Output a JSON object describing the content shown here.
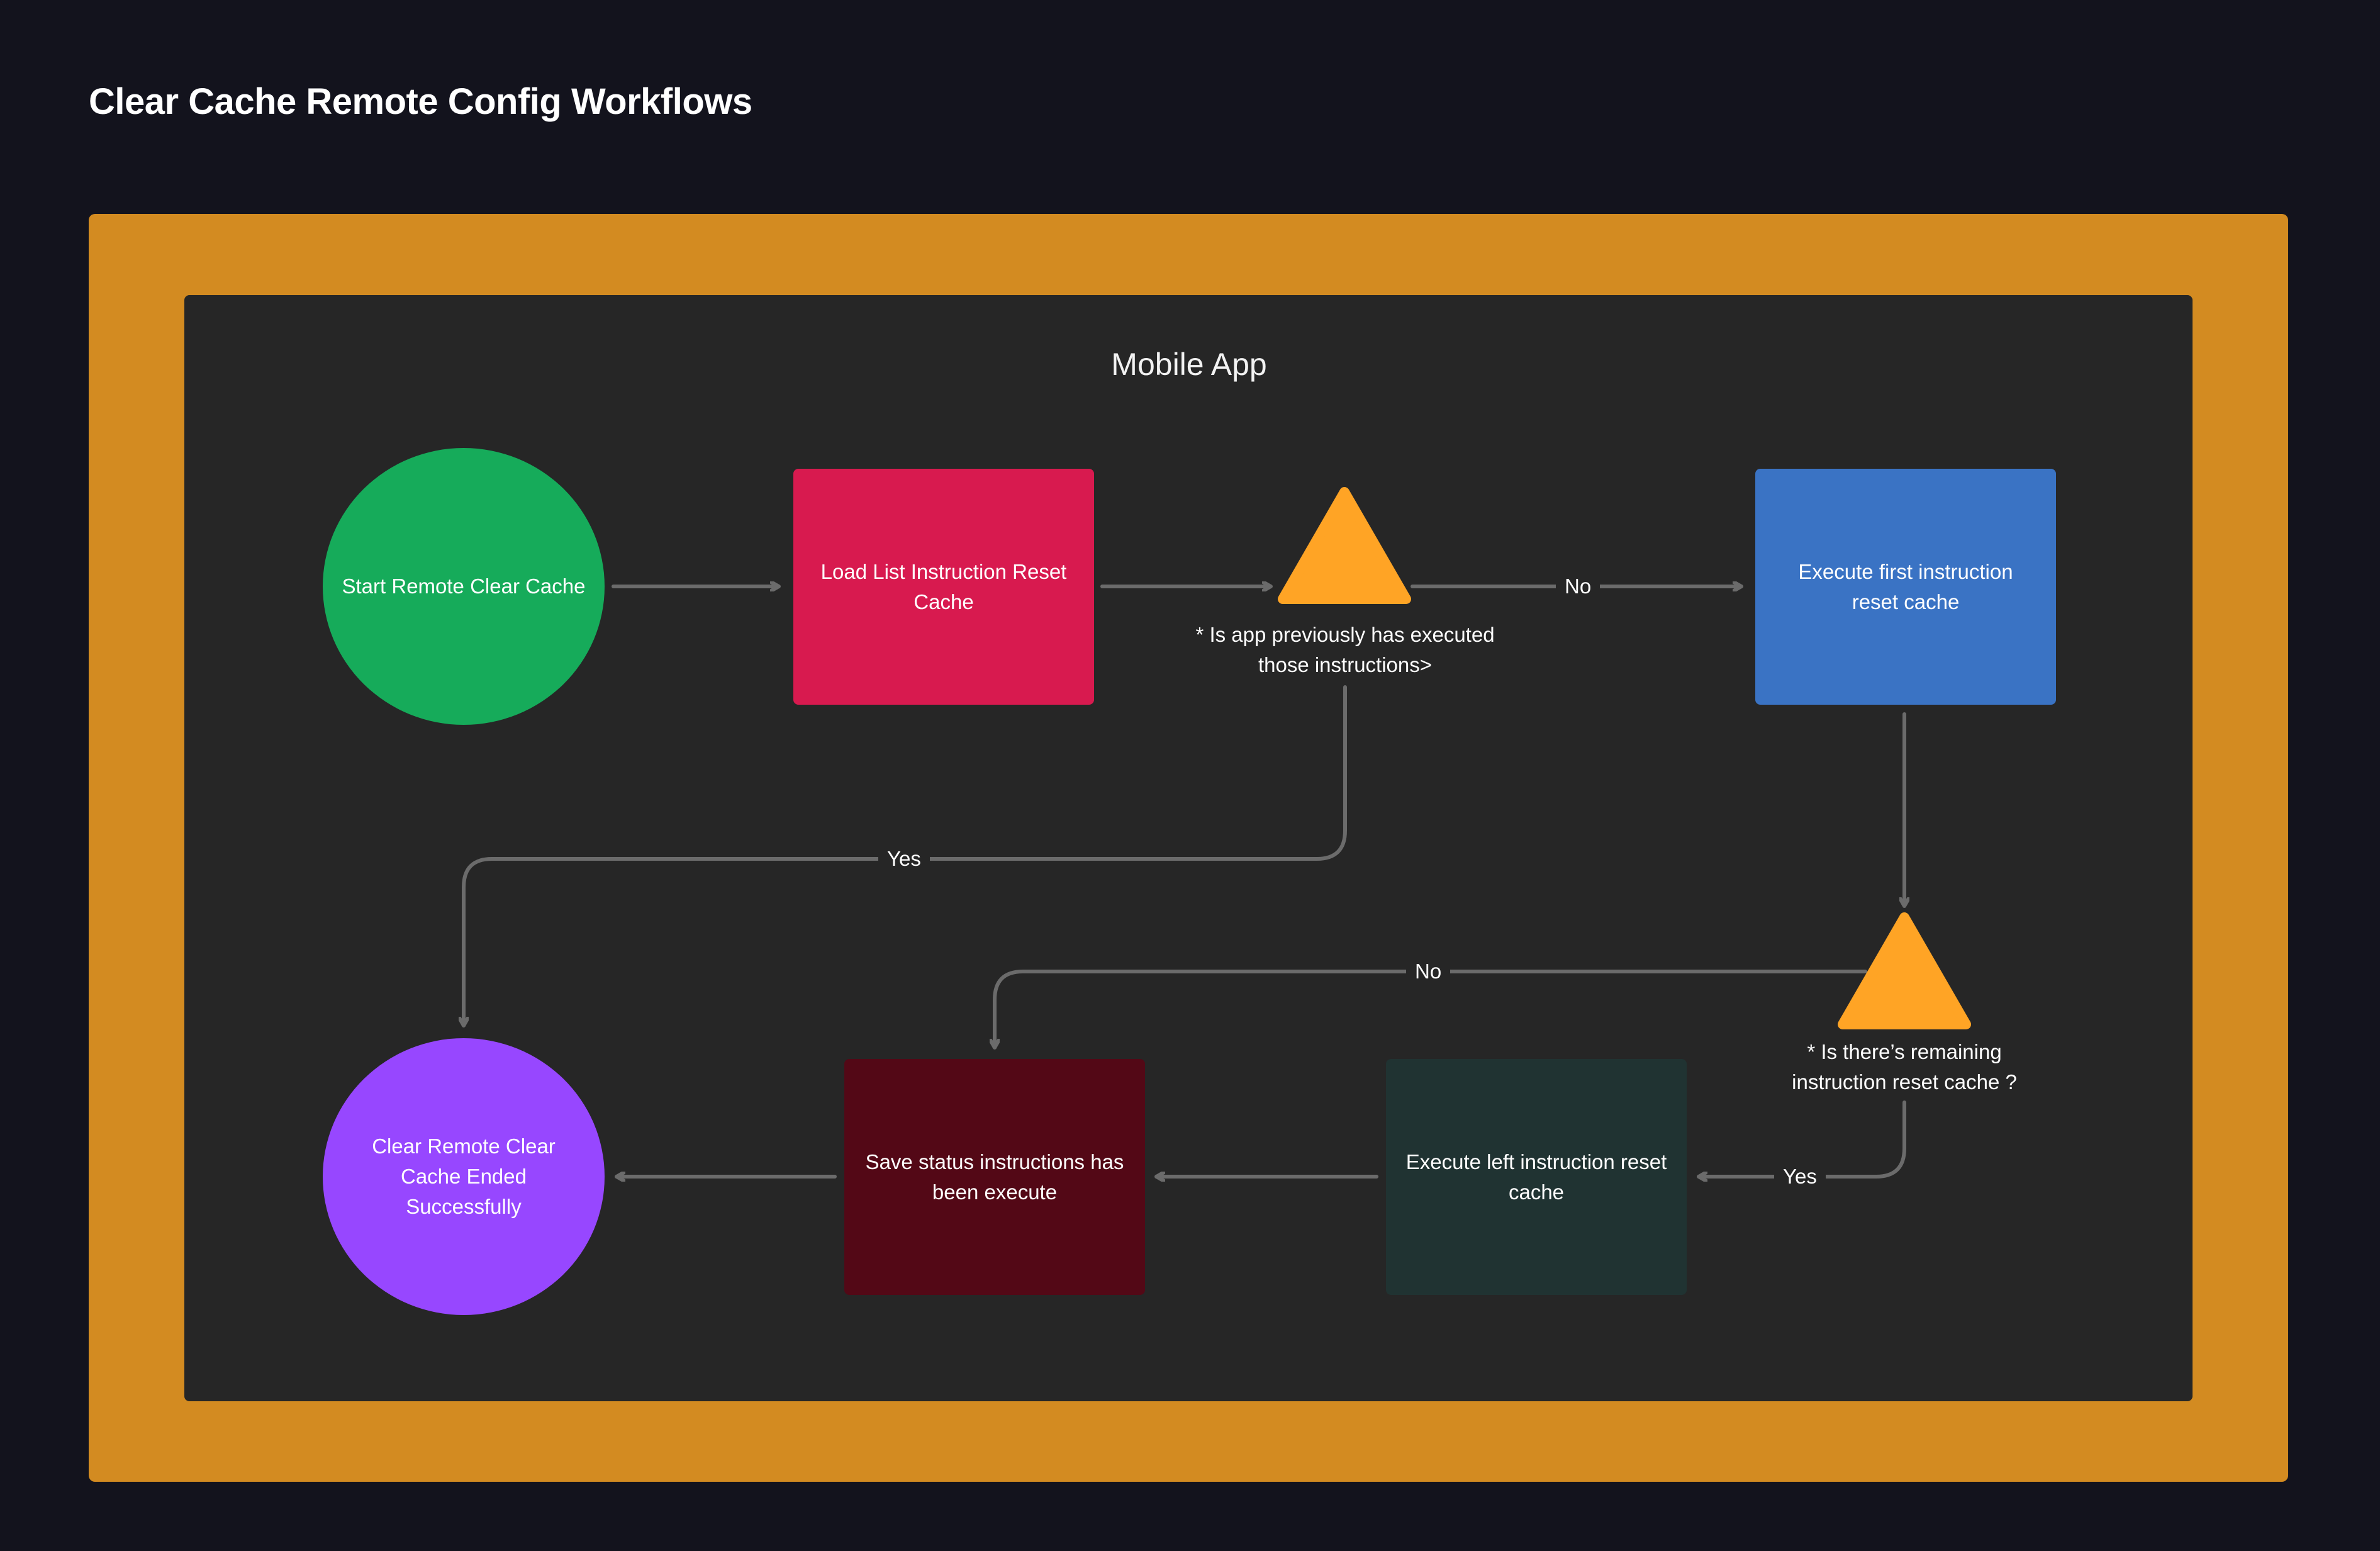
{
  "page": {
    "title": "Clear Cache Remote Config Workflows"
  },
  "diagram": {
    "container_title": "Mobile App",
    "nodes": {
      "start": {
        "label": "Start Remote Clear Cache",
        "color": "#16ab5a",
        "shape": "circle"
      },
      "load": {
        "label": "Load List Instruction Reset Cache",
        "color": "#d81a4f",
        "shape": "rectangle"
      },
      "decision1": {
        "label": "* Is app previously has executed those instructions>",
        "color": "#ffa425",
        "shape": "triangle"
      },
      "execute_first": {
        "label": "Execute first instruction reset cache",
        "color": "#3a73c4",
        "shape": "rectangle"
      },
      "decision2": {
        "label": "* Is there’s remaining instruction reset cache ?",
        "color": "#ffa425",
        "shape": "triangle"
      },
      "execute_left": {
        "label": "Execute left instruction reset cache",
        "color": "#203332",
        "shape": "rectangle"
      },
      "save": {
        "label": "Save status instructions has been execute",
        "color": "#530816",
        "shape": "rectangle"
      },
      "end": {
        "label": "Clear Remote Clear Cache Ended Successfully",
        "color": "#9747ff",
        "shape": "circle"
      }
    },
    "edges": [
      {
        "from": "start",
        "to": "load",
        "label": ""
      },
      {
        "from": "load",
        "to": "decision1",
        "label": ""
      },
      {
        "from": "decision1",
        "to": "execute_first",
        "label": "No"
      },
      {
        "from": "decision1",
        "to": "end",
        "label": "Yes"
      },
      {
        "from": "execute_first",
        "to": "decision2",
        "label": ""
      },
      {
        "from": "decision2",
        "to": "save",
        "label": "No"
      },
      {
        "from": "decision2",
        "to": "execute_left",
        "label": "Yes"
      },
      {
        "from": "execute_left",
        "to": "save",
        "label": ""
      },
      {
        "from": "save",
        "to": "end",
        "label": ""
      }
    ],
    "colors": {
      "frame": "#d38b21",
      "panel": "#262626",
      "edge": "#6b6b6b",
      "background": "#13131d"
    }
  }
}
